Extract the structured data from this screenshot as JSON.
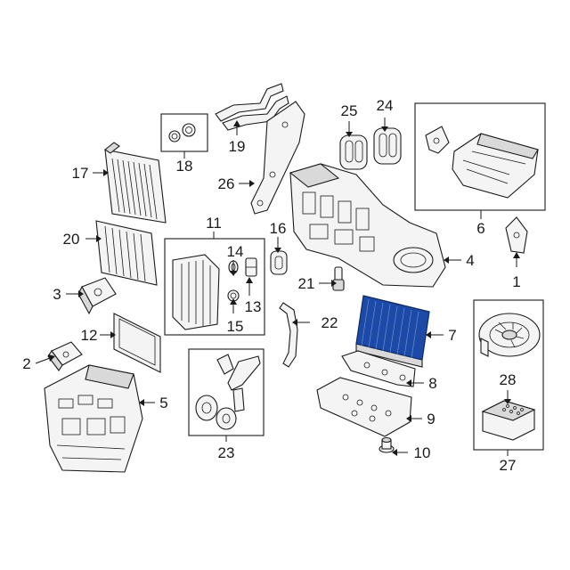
{
  "diagram": {
    "labels": [
      "1",
      "2",
      "3",
      "4",
      "5",
      "6",
      "7",
      "8",
      "9",
      "10",
      "11",
      "12",
      "13",
      "14",
      "15",
      "16",
      "17",
      "18",
      "19",
      "20",
      "21",
      "22",
      "23",
      "24",
      "25",
      "26",
      "27",
      "28"
    ],
    "highlighted_part": "7",
    "colors": {
      "highlight": "#1c4aa6",
      "line": "#1a1a1a",
      "background": "#ffffff"
    }
  }
}
